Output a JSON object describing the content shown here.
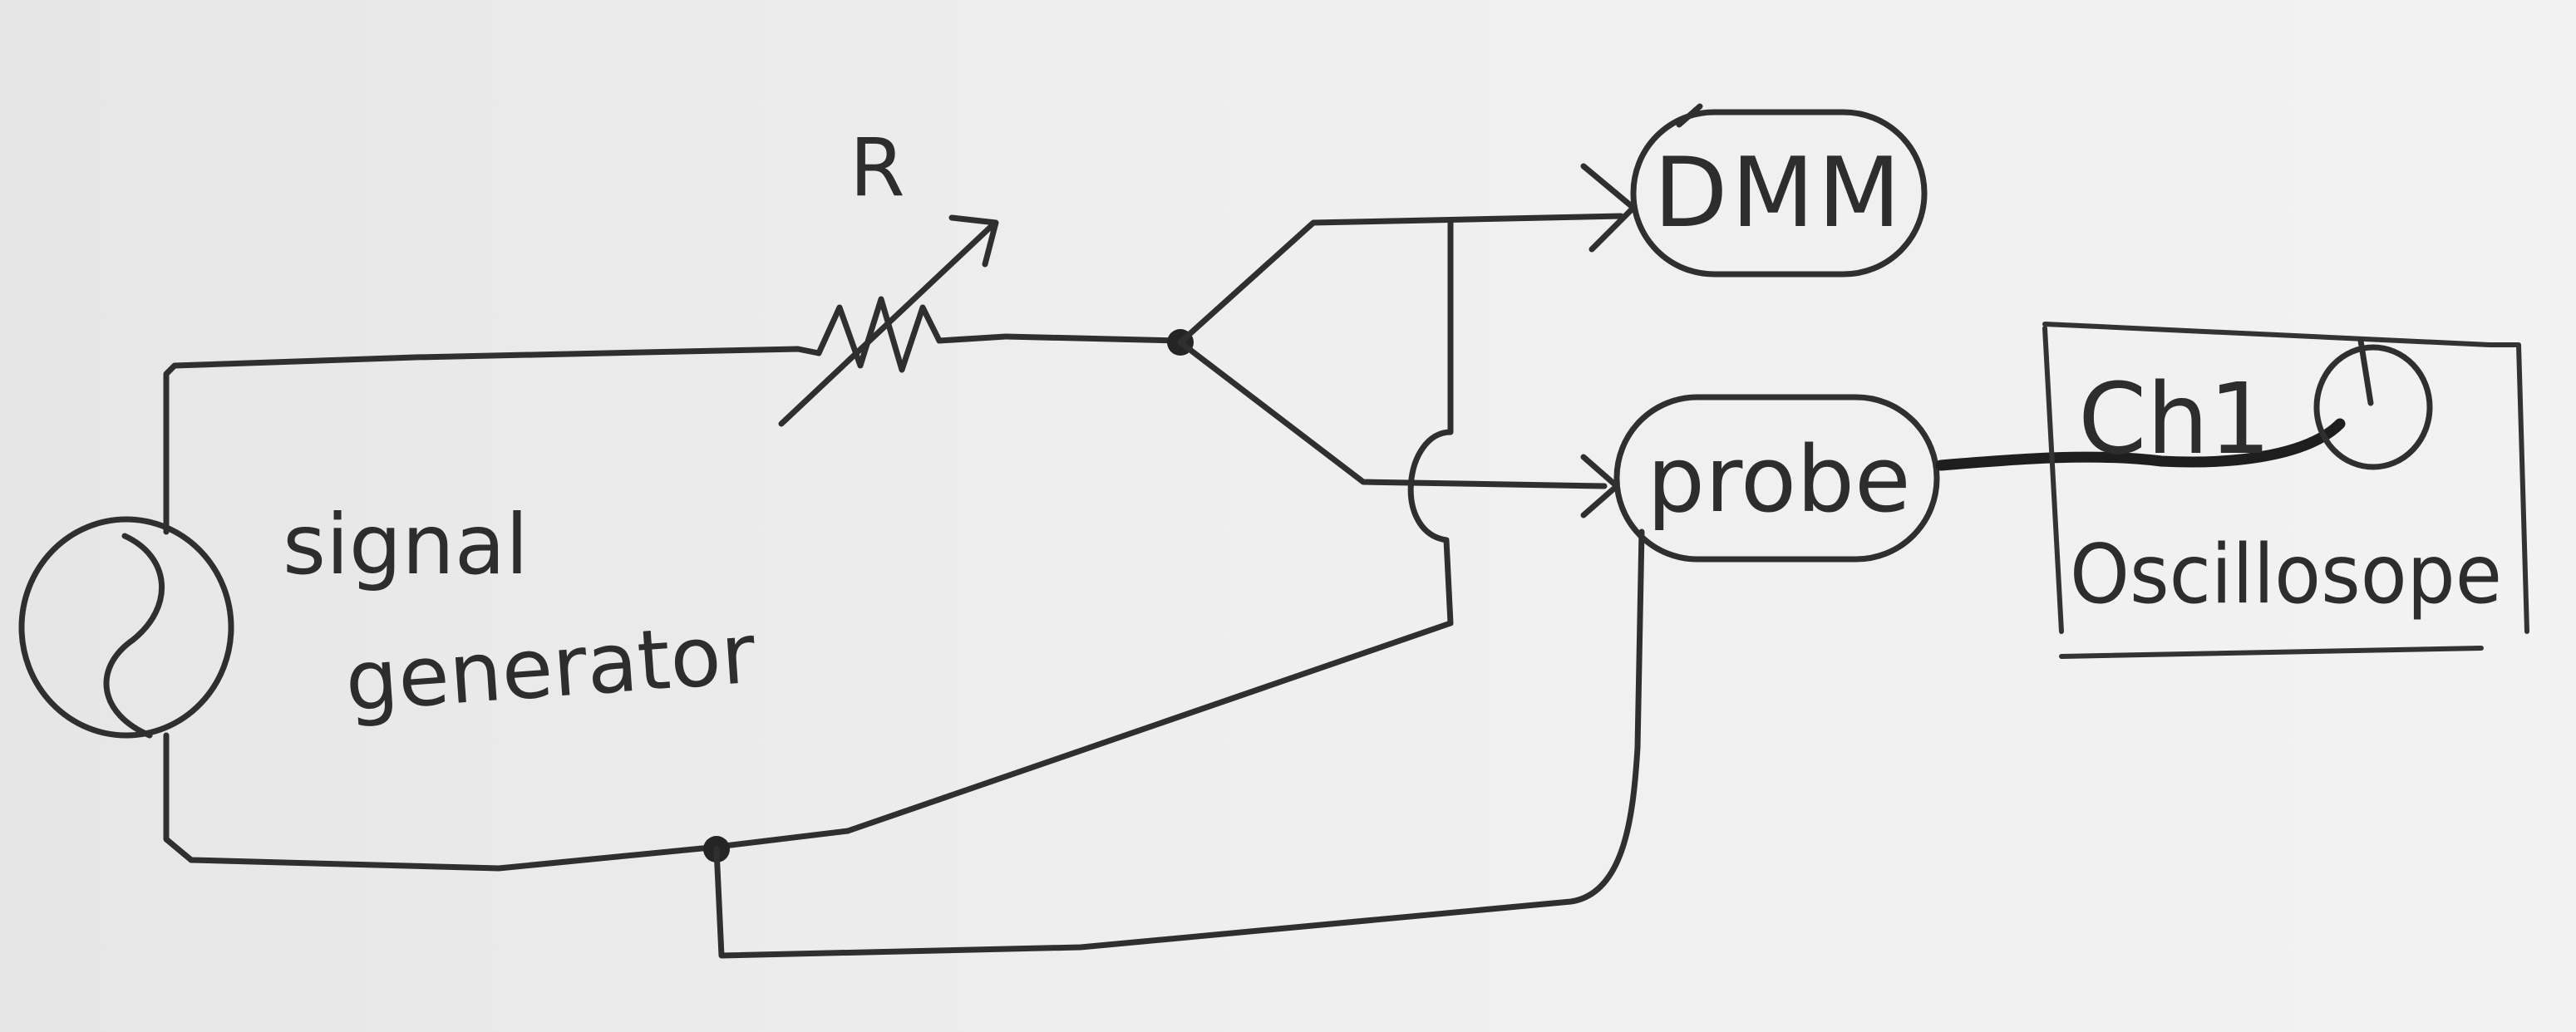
{
  "diagram": {
    "labels": {
      "resistor": "R",
      "dmm": "DMM",
      "probe": "probe",
      "channel": "Ch1",
      "oscilloscope": "Oscillosope",
      "generator_line1": "signal",
      "generator_line2": "generator"
    }
  }
}
